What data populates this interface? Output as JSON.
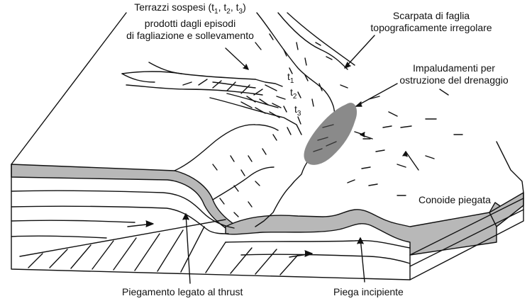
{
  "labels": {
    "terrazzi_line1_pre": "Terrazzi sospesi (t",
    "terrazzi_line1_mid1": ", t",
    "terrazzi_line1_mid2": ", t",
    "terrazzi_line1_post": ")",
    "terrazzi_sub1": "1",
    "terrazzi_sub2": "2",
    "terrazzi_sub3": "3",
    "terrazzi_line2": "prodotti dagli episodi",
    "terrazzi_line3": "di fagliazione e sollevamento",
    "scarpata_line1": "Scarpata di faglia",
    "scarpata_line2": "topograficamente irregolare",
    "impaludamenti_line1": "Impaludamenti per",
    "impaludamenti_line2": "ostruzione del drenaggio",
    "conoide": "Conoide piegata",
    "piegamento": "Piegamento legato al thrust",
    "piega": "Piega incipiente"
  },
  "terrace_labels": {
    "t": "t",
    "s1": "1",
    "s2": "2",
    "s3": "3"
  },
  "colors": {
    "ink": "#111111",
    "gray_layer": "#b8b8b8",
    "marsh": "#8a8a8a"
  }
}
